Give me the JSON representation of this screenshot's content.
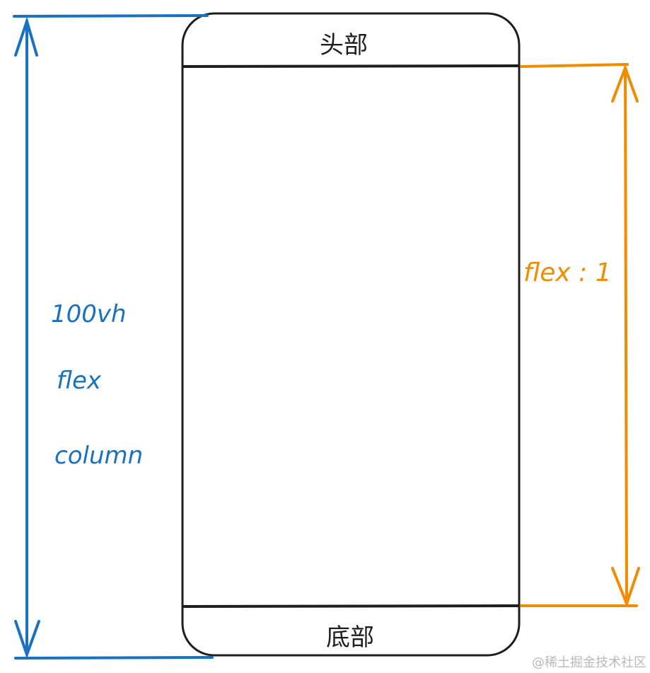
{
  "header_label": "头部",
  "footer_label": "底部",
  "left_annotation": {
    "line1": "100vh",
    "line2": "flex",
    "line3": "column"
  },
  "right_annotation": "flex : 1",
  "watermark": "@稀土掘金技术社区",
  "colors": {
    "blue": "#1971c2",
    "orange": "#f08c00",
    "stroke": "#1e1e1e"
  }
}
